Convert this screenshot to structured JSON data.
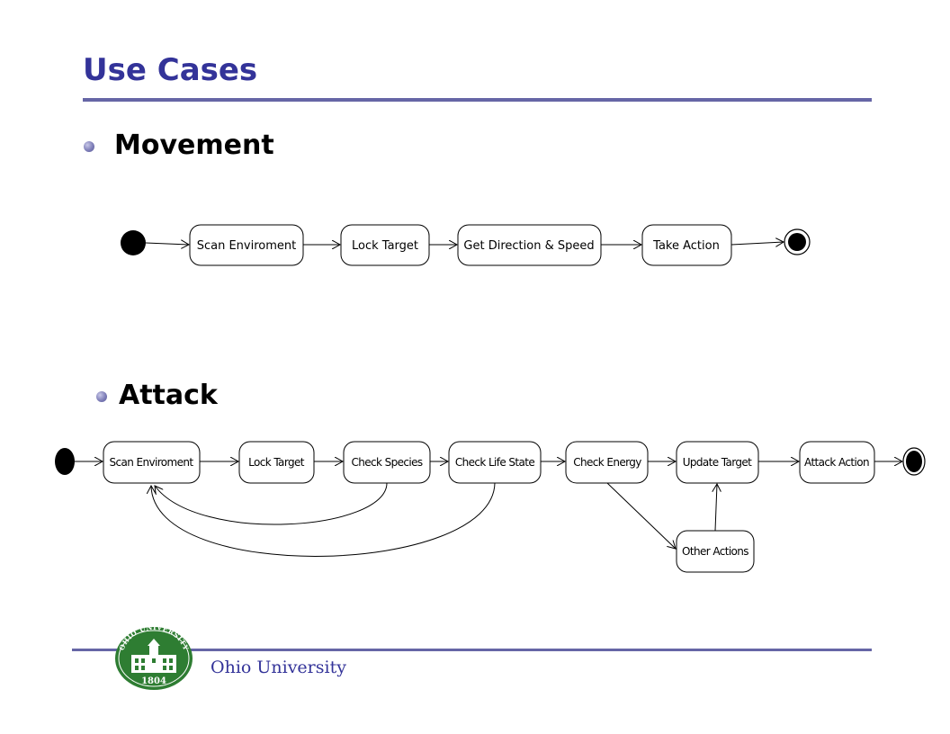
{
  "slide": {
    "title": "Use Cases",
    "footer_text": "Ohio University",
    "logo_text_top": "OHIO UNIVERSITY",
    "logo_year": "1804"
  },
  "sections": {
    "movement": {
      "label": "Movement",
      "nodes": [
        "Scan Enviroment",
        "Lock Target",
        "Get Direction & Speed",
        "Take Action"
      ]
    },
    "attack": {
      "label": "Attack",
      "nodes": [
        "Scan Enviroment",
        "Lock Target",
        "Check Species",
        "Check Life State",
        "Check Energy",
        "Update Target",
        "Attack Action",
        "Other Actions"
      ]
    }
  },
  "colors": {
    "title": "#333399",
    "rule": "#6666a6",
    "logo_green": "#2e7d32"
  }
}
